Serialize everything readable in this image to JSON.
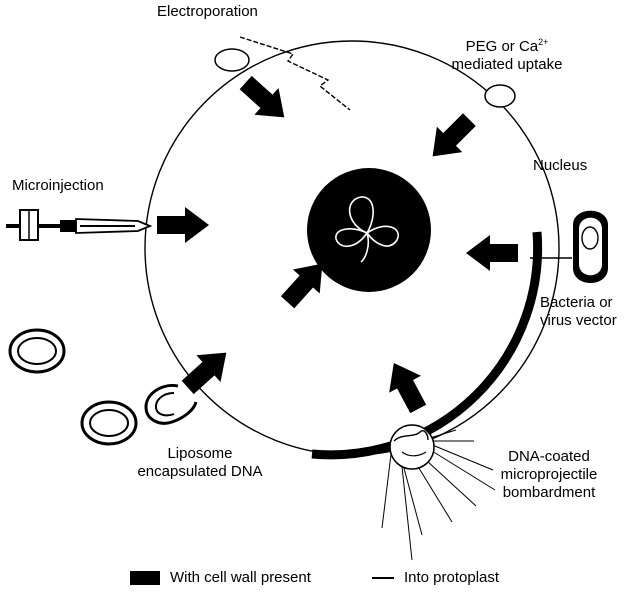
{
  "labels": {
    "electroporation": "Electroporation",
    "peg_line1_prefix": "PEG or Ca",
    "peg_sup": "2+",
    "peg_line2": "mediated uptake",
    "microinjection": "Microinjection",
    "nucleus": "Nucleus",
    "bacteria_line1": "Bacteria or",
    "bacteria_line2": "virus vector",
    "liposome_line1": "Liposome",
    "liposome_line2": "encapsulated DNA",
    "dna_line1": "DNA-coated",
    "dna_line2": "microprojectile",
    "dna_line3": "bombardment"
  },
  "legend": {
    "cell_wall": "With cell wall present",
    "protoplast": "Into protoplast"
  },
  "colors": {
    "ink": "#000000",
    "paper": "#ffffff"
  }
}
